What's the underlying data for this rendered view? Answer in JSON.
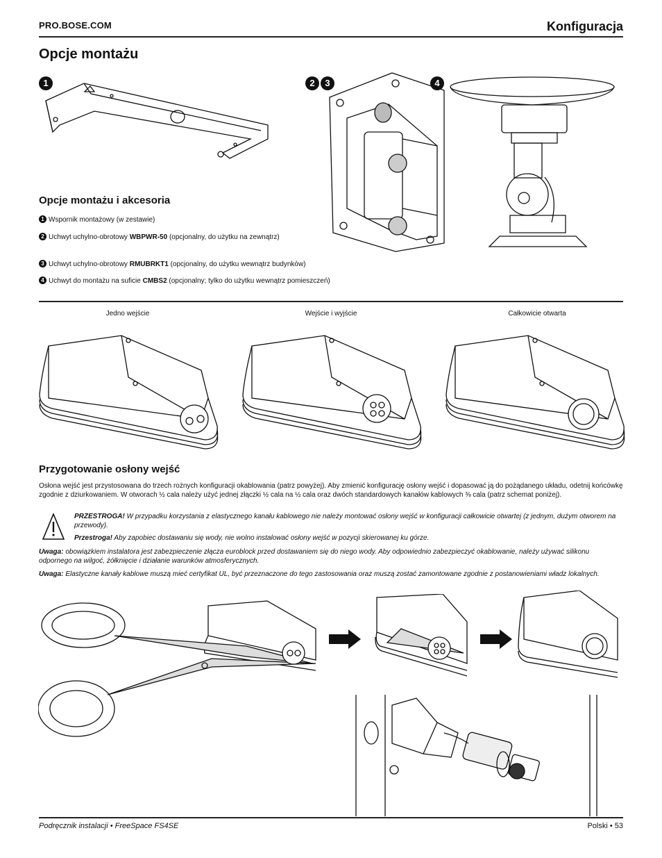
{
  "header": {
    "site": "PRO.BOSE.COM",
    "section": "Konfiguracja"
  },
  "page_title": "Opcje montażu",
  "mount_markers": [
    "1",
    "2",
    "3",
    "4"
  ],
  "accessories": {
    "heading": "Opcje montażu i akcesoria",
    "items": [
      {
        "num": "1",
        "before": "Wspornik montażowy (w zestawie)",
        "bold": "",
        "after": ""
      },
      {
        "num": "2",
        "before": "Uchwyt uchylno-obrotowy ",
        "bold": "WBPWR-50",
        "after": " (opcjonalny, do użytku na zewnątrz)"
      },
      {
        "num": "3",
        "before": "Uchwyt uchylno-obrotowy ",
        "bold": "RMUBRKT1",
        "after": " (opcjonalny, do użytku wewnątrz budynków)"
      },
      {
        "num": "4",
        "before": "Uchwyt do montażu na suficie ",
        "bold": "CMBS2",
        "after": " (opcjonalny; tylko do użytku wewnątrz pomieszczeń)"
      }
    ]
  },
  "config_captions": [
    "Jedno wejście",
    "Wejście i wyjście",
    "Całkowicie otwarta"
  ],
  "cover_section": {
    "heading": "Przygotowanie osłony wejść",
    "intro": "Osłona wejść jest przystosowana do trzech rożnych konfiguracji okablowania (patrz powyżej). Aby zmienić konfigurację osłony wejść i dopasować ją do pożądanego układu, odetnij końcówkę zgodnie z dziurkowaniem. W otworach ½ cala należy użyć jednej złączki ½ cala na ½ cala oraz dwóch standardowych kanałów kablowych ⅜ cala (patrz schemat poniżej).",
    "warning1_label": "PRZESTROGA!",
    "warning1_text": " W przypadku korzystania z elastycznego kanału kablowego nie należy montować osłony wejść w konfiguracji całkowicie otwartej (z jednym, dużym otworem na przewody).",
    "warning2_label": "Przestroga!",
    "warning2_text": " Aby zapobiec dostawaniu się wody, nie wolno instalować osłony wejść w pozycji skierowanej ku górze.",
    "note1_label": "Uwaga:",
    "note1_text": " obowiązkiem instalatora jest zabezpieczenie złącza euroblock przed dostawaniem się do niego wody. Aby odpowiednio zabezpieczyć okablowanie, należy używać silikonu odpornego na wilgoć, żółknięcie i działanie warunków atmosferycznych.",
    "note2_label": "Uwaga:",
    "note2_text": " Elastyczne kanały kablowe muszą mieć certyfikat UL, być przeznaczone do tego zastosowania oraz muszą zostać zamontowane zgodnie z postanowieniami władz lokalnych.",
    "warning_icon": "warning-triangle-icon"
  },
  "footer": {
    "left": "Podręcznik instalacji • FreeSpace FS4SE",
    "right": "Polski • 53"
  }
}
